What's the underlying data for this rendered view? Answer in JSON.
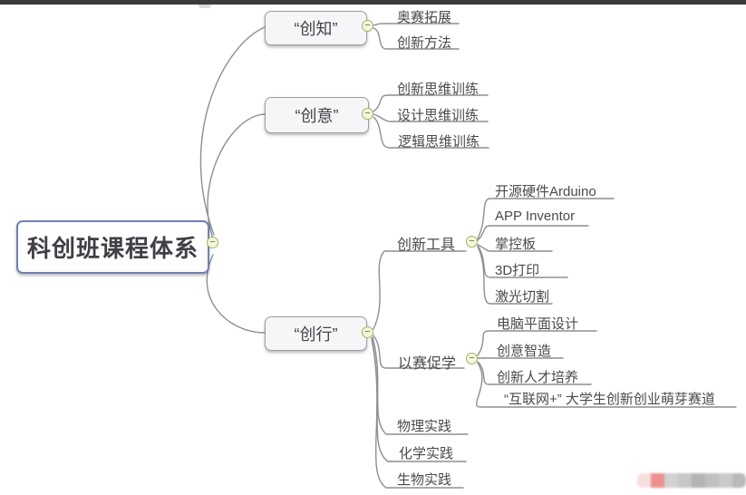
{
  "icons": {
    "collapse": "−"
  },
  "colors": {
    "topbar": "#3b3b3b",
    "root_border": "#7280b4",
    "branch_border": "#9d9da4",
    "collapse_green": "#9bb65e",
    "connector_gray": "#8e8e93"
  },
  "mindmap": {
    "root": {
      "label": "科创班课程体系"
    },
    "chuangzhi": {
      "label": "“创知”",
      "items": [
        "奥赛拓展",
        "创新方法"
      ]
    },
    "chuangyi": {
      "label": "“创意”",
      "items": [
        "创新思维训练",
        "设计思维训练",
        "逻辑思维训练"
      ]
    },
    "chuangxing": {
      "label": "“创行”",
      "tools": {
        "label": "创新工具",
        "items": [
          "开源硬件Arduino",
          "APP Inventor",
          "掌控板",
          "3D打印",
          "激光切割"
        ]
      },
      "competition": {
        "label": "以赛促学",
        "items": [
          "电脑平面设计",
          "创意智造",
          "创新人才培养",
          "“互联网+” 大学生创新创业萌芽赛道"
        ]
      },
      "practices": [
        "物理实践",
        "化学实践",
        "生物实践"
      ]
    }
  },
  "watermark": {
    "blocks": [
      "#f6dede",
      "#ec8f8f",
      "#d2d2d2",
      "#c6c6c6",
      "#b4b4b4",
      "#c0c0c0",
      "#cacaca",
      "#bababa"
    ]
  }
}
